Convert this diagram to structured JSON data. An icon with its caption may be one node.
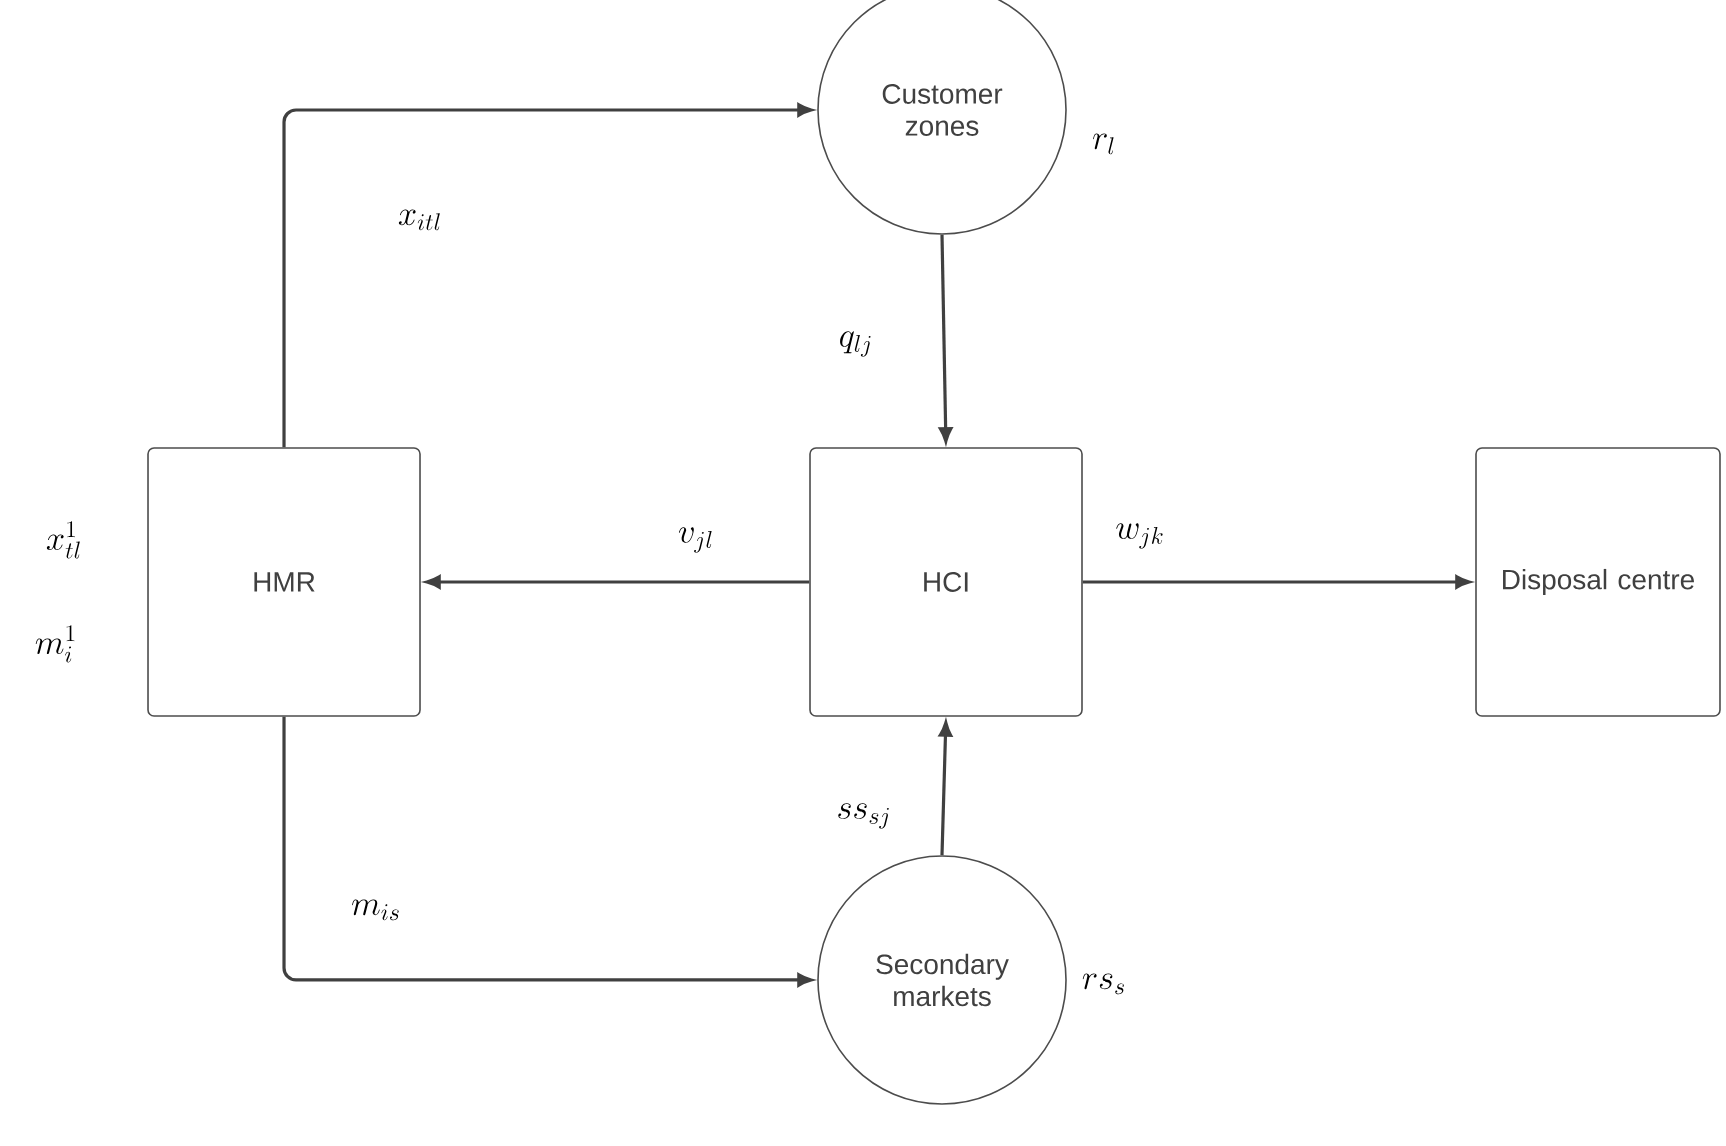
{
  "diagram": {
    "nodes": [
      {
        "text": [
          "Customer zones"
        ]
      },
      {
        "text": [
          "HMR"
        ]
      },
      {
        "text": [
          "HCI"
        ]
      },
      {
        "text": [
          "Disposal centre"
        ]
      },
      {
        "text": [
          "Secondary markets"
        ]
      }
    ],
    "edges": [
      {
        "from": 1,
        "to": 0,
        "arrow": "to",
        "label": "x_{itl}"
      },
      {
        "from": 0,
        "to": 2,
        "arrow": "to",
        "label": "q_{lj}"
      },
      {
        "from": 2,
        "to": 1,
        "arrow": "to",
        "label": "v_{jl}"
      },
      {
        "from": 2,
        "to": 3,
        "arrow": "to",
        "label": "w_{jk}"
      },
      {
        "from": 4,
        "to": 2,
        "arrow": "to",
        "label": "ss_{sj}"
      },
      {
        "from": 1,
        "to": 4,
        "arrow": "to",
        "label": "m_{is}"
      }
    ],
    "labels": [
      "r_l",
      "x^1_{tl}",
      "m^1_i",
      "rs_s"
    ]
  }
}
